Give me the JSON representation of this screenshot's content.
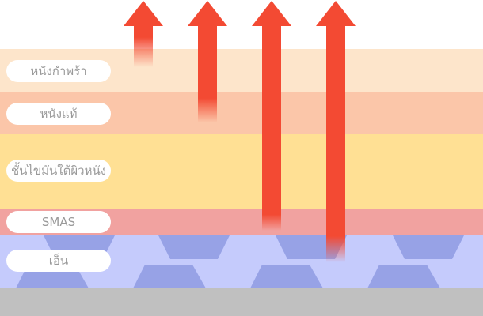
{
  "layers": [
    {
      "key": "epidermis",
      "label": "หนังกำพร้า",
      "color": "#fde5cb"
    },
    {
      "key": "dermis",
      "label": "หนังแท้",
      "color": "#fbc6a9"
    },
    {
      "key": "fat",
      "label": "ชั้นไขมันใต้ผิวหนัง",
      "color": "#ffe094"
    },
    {
      "key": "smas",
      "label": "SMAS",
      "color": "#f1a2a0"
    },
    {
      "key": "tendon",
      "label": "เอ็น",
      "color": "#c5cbfc",
      "pattern_color": "#97a2e6"
    },
    {
      "key": "bone",
      "label": "",
      "color": "#c0c0c0"
    }
  ],
  "arrows": [
    {
      "reaches": "epidermis"
    },
    {
      "reaches": "dermis"
    },
    {
      "reaches": "smas"
    },
    {
      "reaches": "tendon"
    }
  ],
  "colors": {
    "arrow": "#f34a33"
  }
}
